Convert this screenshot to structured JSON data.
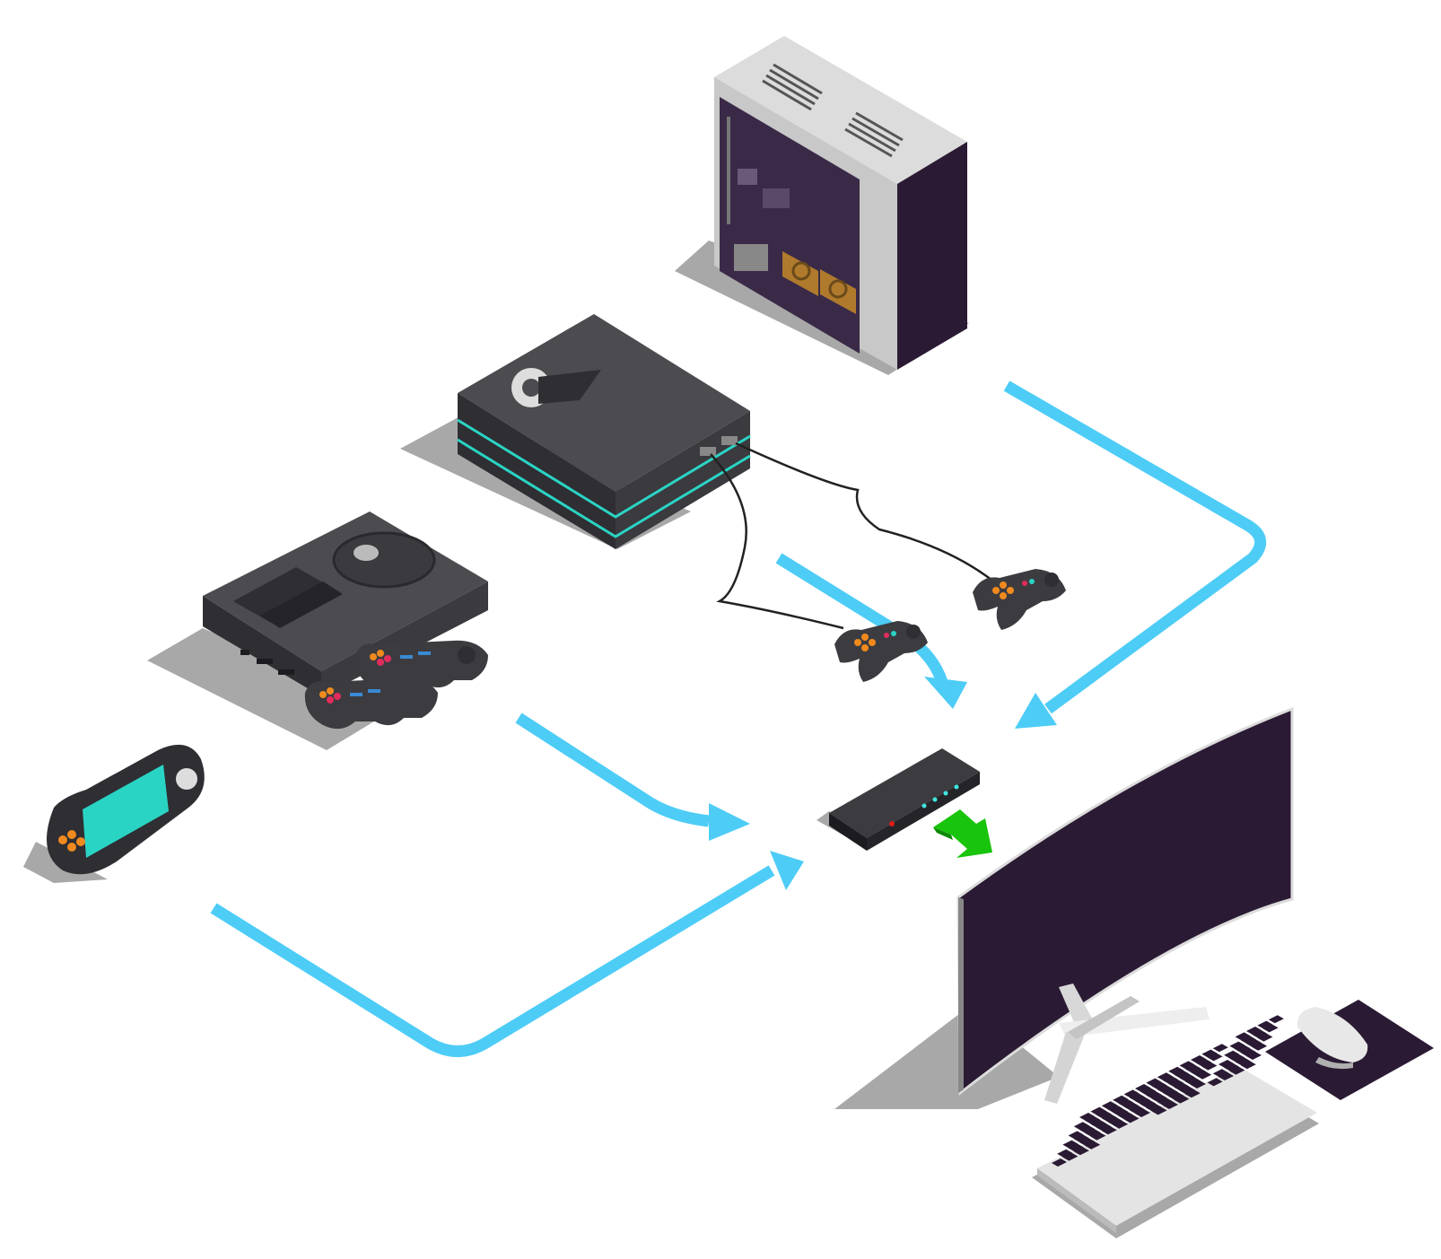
{
  "diagram": {
    "colors": {
      "background": "#ffffff",
      "flow_arrow": "#4dccf6",
      "output_arrow": "#19c40c",
      "device_dark": "#3c3c40",
      "device_top": "#4b4b50",
      "accent_teal": "#2ad4c4",
      "screen_purple": "#2a1a33",
      "pc_case": "#d4d4d4",
      "shadow": "#a8a8a8",
      "button_orange": "#f08a1e",
      "switch_led": "#3ee8e0",
      "power_led": "#e01c1c"
    },
    "nodes": [
      {
        "id": "gaming-pc",
        "icon": "pc-tower-icon"
      },
      {
        "id": "modern-console",
        "icon": "console-icon"
      },
      {
        "id": "retro-console",
        "icon": "retro-console-icon"
      },
      {
        "id": "handheld-console",
        "icon": "handheld-console-icon"
      },
      {
        "id": "hdmi-switch",
        "icon": "hdmi-switch-icon"
      },
      {
        "id": "curved-monitor",
        "icon": "monitor-icon"
      },
      {
        "id": "keyboard",
        "icon": "keyboard-icon"
      },
      {
        "id": "mouse",
        "icon": "mouse-icon"
      }
    ],
    "edges": [
      {
        "from": "gaming-pc",
        "to": "hdmi-switch"
      },
      {
        "from": "modern-console",
        "to": "hdmi-switch"
      },
      {
        "from": "retro-console",
        "to": "hdmi-switch"
      },
      {
        "from": "handheld-console",
        "to": "hdmi-switch"
      },
      {
        "from": "hdmi-switch",
        "to": "curved-monitor"
      }
    ]
  }
}
